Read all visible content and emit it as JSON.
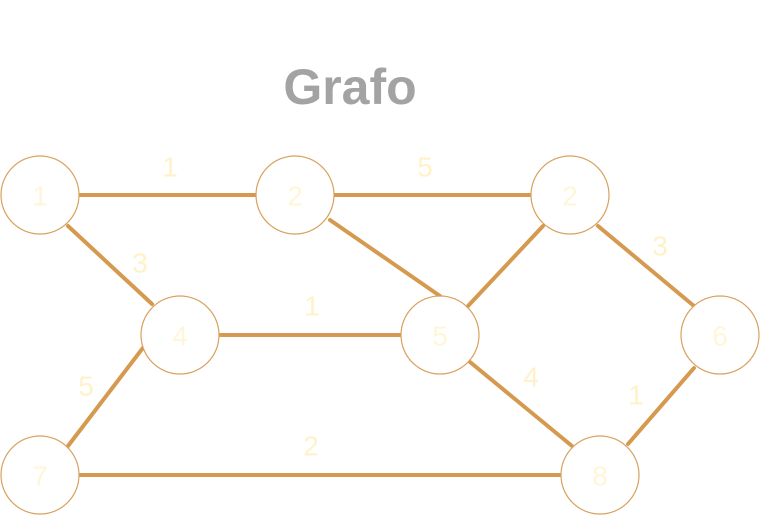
{
  "title": "Grafo",
  "colors": {
    "edge": "#d59a4f",
    "node_border": "#d9a15f",
    "label": "#fff6d8",
    "title": "#a3a3a3"
  },
  "nodes": [
    {
      "id": "a",
      "label": "1"
    },
    {
      "id": "b",
      "label": "2"
    },
    {
      "id": "c",
      "label": "2"
    },
    {
      "id": "d",
      "label": "4"
    },
    {
      "id": "e",
      "label": "5"
    },
    {
      "id": "f",
      "label": "6"
    },
    {
      "id": "g",
      "label": "7"
    },
    {
      "id": "h",
      "label": "8"
    }
  ],
  "edges": [
    {
      "from": "a",
      "to": "b",
      "weight": "1"
    },
    {
      "from": "b",
      "to": "c",
      "weight": "5"
    },
    {
      "from": "a",
      "to": "d",
      "weight": "3"
    },
    {
      "from": "b",
      "to": "e",
      "weight": ""
    },
    {
      "from": "c",
      "to": "e",
      "weight": ""
    },
    {
      "from": "c",
      "to": "f",
      "weight": "3"
    },
    {
      "from": "d",
      "to": "e",
      "weight": "1"
    },
    {
      "from": "d",
      "to": "g",
      "weight": "5"
    },
    {
      "from": "e",
      "to": "h",
      "weight": "4"
    },
    {
      "from": "f",
      "to": "h",
      "weight": "1"
    },
    {
      "from": "g",
      "to": "h",
      "weight": "2"
    }
  ]
}
